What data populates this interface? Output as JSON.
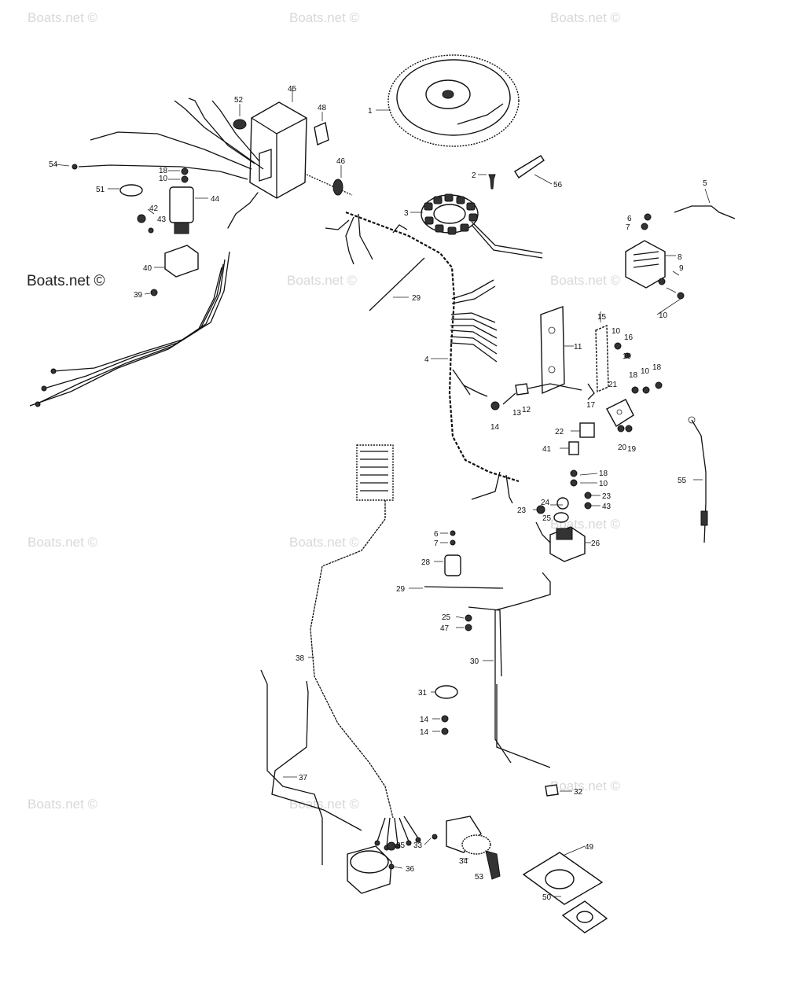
{
  "watermark": {
    "main_text": "Boats.net ©",
    "faint_text": "Boats.net ©"
  },
  "callouts": {
    "c1": "1",
    "c2": "2",
    "c3": "3",
    "c4": "4",
    "c5": "5",
    "c6": "6",
    "c7": "7",
    "c8": "8",
    "c9": "9",
    "c10": "10",
    "c11": "11",
    "c12": "12",
    "c13": "13",
    "c14": "14",
    "c15": "15",
    "c16": "16",
    "c17": "17",
    "c18": "18",
    "c19": "19",
    "c20": "20",
    "c21": "21",
    "c22": "22",
    "c23": "23",
    "c24": "24",
    "c25": "25",
    "c26": "26",
    "c28": "28",
    "c29": "29",
    "c30": "30",
    "c31": "31",
    "c32": "32",
    "c33": "33",
    "c34": "34",
    "c35": "35",
    "c36": "36",
    "c37": "37",
    "c38": "38",
    "c39": "39",
    "c40": "40",
    "c41": "41",
    "c42": "42",
    "c43": "43",
    "c44": "44",
    "c45": "45",
    "c46": "46",
    "c47": "47",
    "c48": "48",
    "c49": "49",
    "c50": "50",
    "c51": "51",
    "c52": "52",
    "c53": "53",
    "c54": "54",
    "c55": "55",
    "c56": "56"
  }
}
